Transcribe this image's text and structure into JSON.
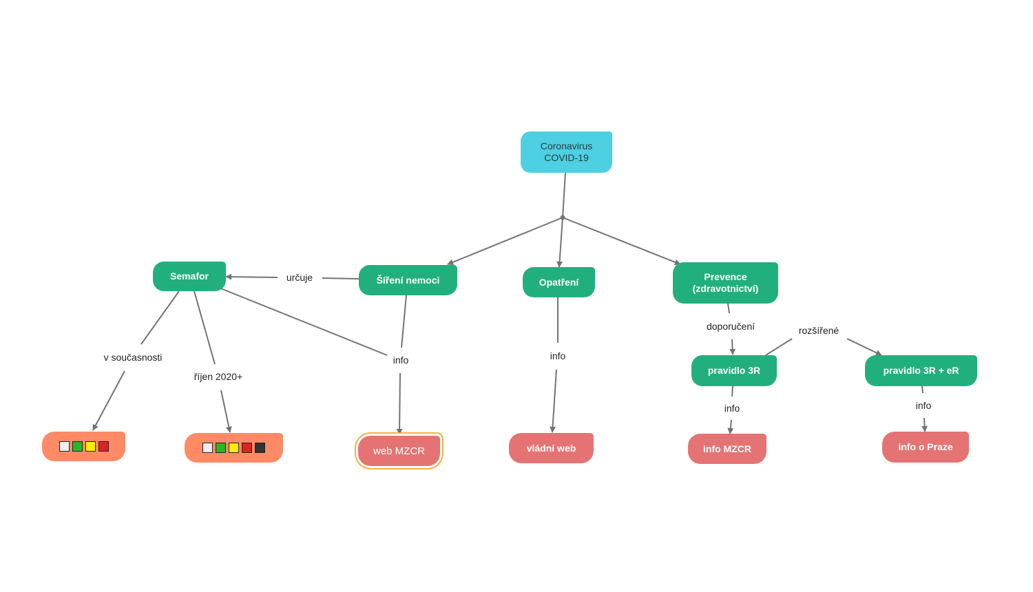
{
  "nodes": {
    "root": "Coronavirus\nCOVID-19",
    "semafor": "Semafor",
    "sireni": "Šíření nemoci",
    "opatreni": "Opatření",
    "prevence": "Prevence\n(zdravotnictví)",
    "pravidlo3r": "pravidlo 3R",
    "pravidlo3rer": "pravidlo 3R + eR",
    "web_mzcr": "web MZCR",
    "vladni_web": "vládní web",
    "info_mzcr": "info MZCR",
    "info_praze": "info o Praze"
  },
  "edge_labels": {
    "urcuje": "určuje",
    "v_soucasnosti": "v současnosti",
    "rijen": "říjen 2020+",
    "info_sireni": "info",
    "info_opatreni": "info",
    "doporuceni": "doporučení",
    "rozsirene": "rozšířené",
    "info_3r": "info",
    "info_3rer": "info"
  },
  "semafor_now_colors": [
    "#eeeeee",
    "#22bb22",
    "#ffee00",
    "#dd2222"
  ],
  "semafor_oct_colors": [
    "#eeeeee",
    "#22bb22",
    "#ffee00",
    "#dd2222",
    "#333333"
  ],
  "colors": {
    "root": "#4dd0e1",
    "topic": "#21b07d",
    "resource": "#e57373",
    "semafor_box": "#ff8a65",
    "edge": "#737373"
  }
}
